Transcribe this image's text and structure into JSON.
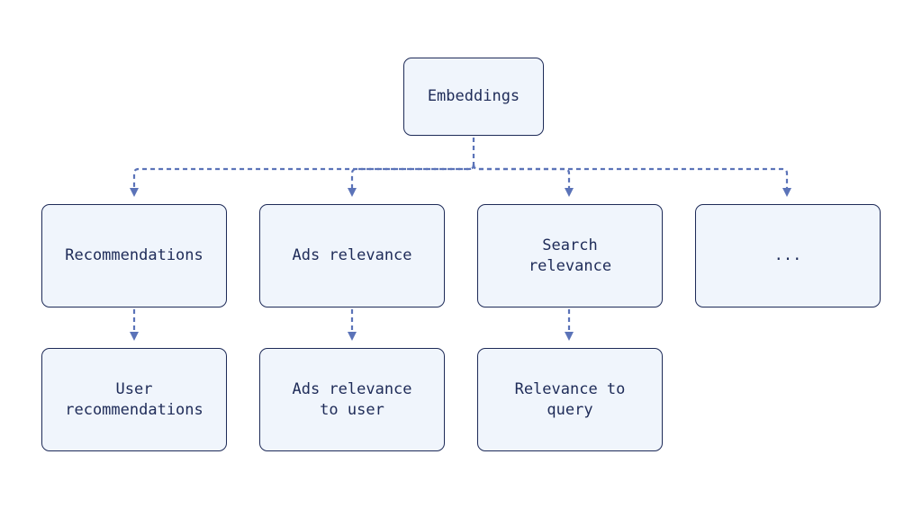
{
  "nodes": {
    "root": {
      "label": "Embeddings"
    },
    "recommendations": {
      "label": "Recommendations"
    },
    "ads_relevance": {
      "label": "Ads relevance"
    },
    "search_relevance": {
      "label": "Search\nrelevance"
    },
    "more": {
      "label": "..."
    },
    "user_recommendations": {
      "label": "User\nrecommendations"
    },
    "ads_relevance_to_user": {
      "label": "Ads relevance\nto user"
    },
    "relevance_to_query": {
      "label": "Relevance to\nquery"
    }
  },
  "edges": [
    {
      "from": "root",
      "to": "recommendations"
    },
    {
      "from": "root",
      "to": "ads_relevance"
    },
    {
      "from": "root",
      "to": "search_relevance"
    },
    {
      "from": "root",
      "to": "more"
    },
    {
      "from": "recommendations",
      "to": "user_recommendations"
    },
    {
      "from": "ads_relevance",
      "to": "ads_relevance_to_user"
    },
    {
      "from": "search_relevance",
      "to": "relevance_to_query"
    }
  ],
  "colors": {
    "node_fill": "#f0f5fc",
    "node_border": "#1e2b58",
    "text": "#1e2b58",
    "connector": "#5b73b8"
  }
}
